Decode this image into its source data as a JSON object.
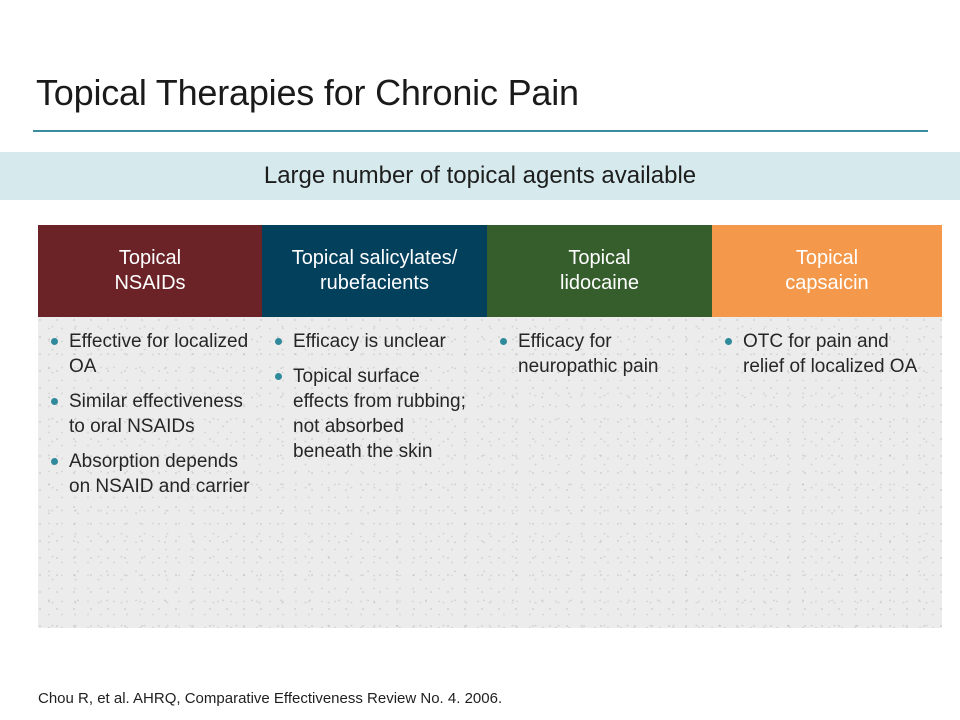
{
  "slide": {
    "title": "Topical Therapies for Chronic Pain",
    "subtitle": "Large number of topical agents available",
    "citation": "Chou R, et al. AHRQ, Comparative Effectiveness Review No. 4. 2006.",
    "colors": {
      "title_rule": "#3b8c9e",
      "subtitle_band": "#d6eaee",
      "body_background": "#ececec",
      "bullet": "#2f8a9b",
      "header_text": "#ffffff"
    }
  },
  "table": {
    "columns": [
      {
        "header": "Topical NSAIDs",
        "header_line1": "Topical",
        "header_line2": "NSAIDs",
        "header_color": "#6b2328",
        "bullets": [
          "Effective for localized OA",
          "Similar effectiveness to oral NSAIDs",
          "Absorption depends on NSAID and carrier"
        ]
      },
      {
        "header": "Topical salicylates/ rubefacients",
        "header_line1": "Topical salicylates/",
        "header_line2": "rubefacients",
        "header_color": "#03405c",
        "bullets": [
          "Efficacy is unclear",
          "Topical surface effects from rubbing; not absorbed beneath the skin"
        ]
      },
      {
        "header": "Topical lidocaine",
        "header_line1": "Topical",
        "header_line2": "lidocaine",
        "header_color": "#355e2c",
        "bullets": [
          "Efficacy for neuropathic pain"
        ]
      },
      {
        "header": "Topical capsaicin",
        "header_line1": "Topical",
        "header_line2": "capsaicin",
        "header_color": "#f4994b",
        "bullets": [
          "OTC for pain and relief of localized OA"
        ]
      }
    ]
  }
}
